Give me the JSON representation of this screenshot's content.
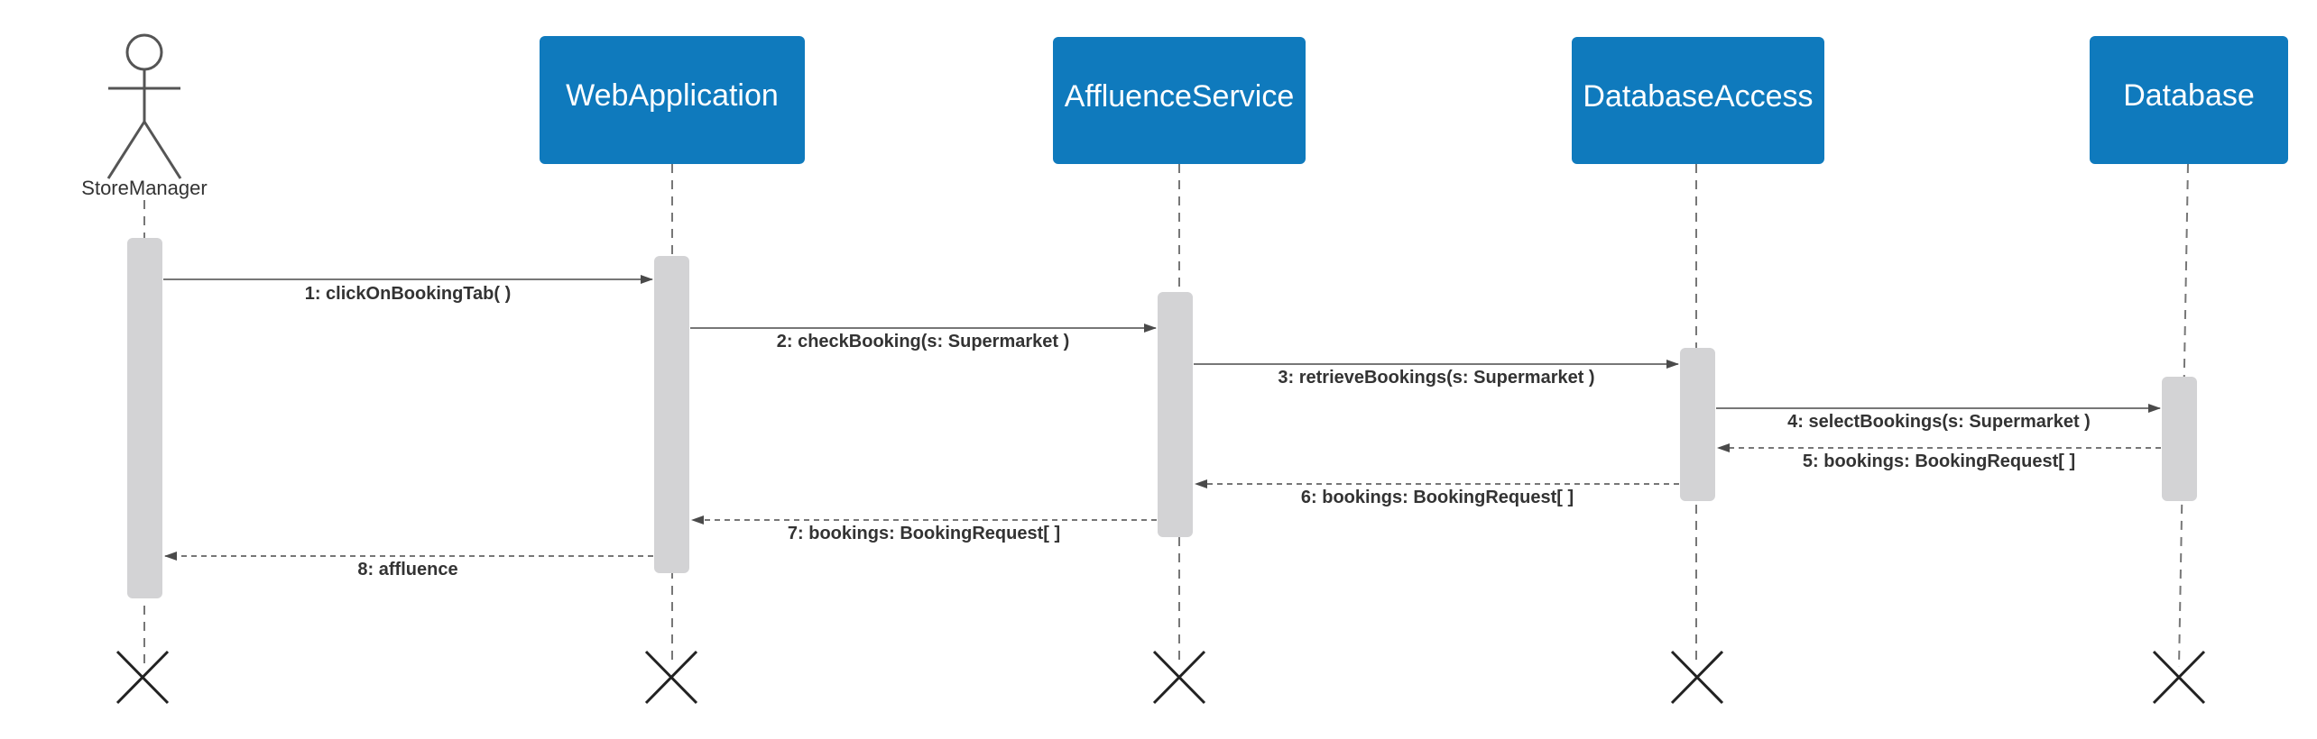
{
  "actor": {
    "name": "StoreManager"
  },
  "participants": [
    "WebApplication",
    "AffluenceService",
    "DatabaseAccess",
    "Database"
  ],
  "messages": [
    {
      "label": "1: clickOnBookingTab( )",
      "kind": "sync"
    },
    {
      "label": "2: checkBooking(s: Supermarket )",
      "kind": "sync"
    },
    {
      "label": "3: retrieveBookings(s: Supermarket )",
      "kind": "sync"
    },
    {
      "label": "4: selectBookings(s: Supermarket )",
      "kind": "sync"
    },
    {
      "label": "5: bookings: BookingRequest[ ]",
      "kind": "return"
    },
    {
      "label": "6: bookings: BookingRequest[ ]",
      "kind": "return"
    },
    {
      "label": "7: bookings: BookingRequest[ ]",
      "kind": "return"
    },
    {
      "label": "8: affluence",
      "kind": "return"
    }
  ],
  "colors": {
    "participant_fill": "#0f7abd",
    "activation_fill": "#d3d3d5",
    "line": "#4a4a4a"
  }
}
